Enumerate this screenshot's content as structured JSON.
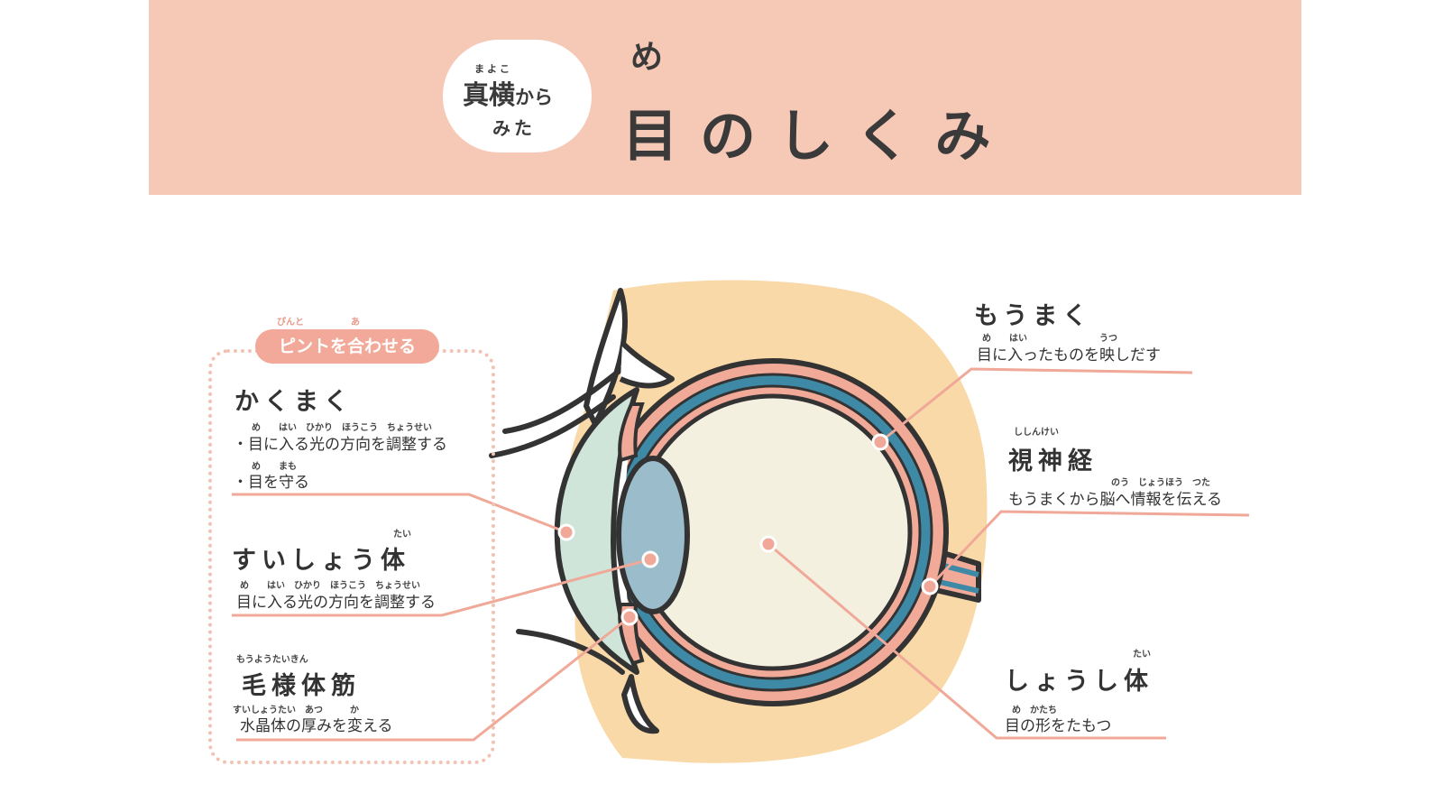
{
  "header": {
    "badge_ruby": "まよこ",
    "badge_kanji": "真横",
    "badge_kana": "から",
    "badge_line2": "みた",
    "title_ruby": "め",
    "title": "目のしくみ"
  },
  "group": {
    "label": "ピントを合わせる",
    "ruby_a": "ぴんと",
    "ruby_b": "あ"
  },
  "labels": {
    "cornea": {
      "name": "かくまく",
      "ruby1": "め　　はい　ひかり　ほうこう　ちょうせい",
      "desc1": "・目に入る光の方向を調整する",
      "ruby2": "め　　まも",
      "desc2": "・目を守る"
    },
    "lens": {
      "name": "すいしょう体",
      "name_ruby": "たい",
      "ruby": "め　　はい　ひかり　ほうこう　ちょうせい",
      "desc": "目に入る光の方向を調整する"
    },
    "ciliary": {
      "name_ruby": "もうようたいきん",
      "name": "毛様体筋",
      "ruby": "すいしょうたい　あつ　　　か",
      "desc": "水晶体の厚みを変える"
    },
    "retina": {
      "name": "もうまく",
      "ruby": "め　　はい　　　　　　　　うつ",
      "desc": "目に入ったものを映しだす"
    },
    "optic_nerve": {
      "name_ruby": "ししんけい",
      "name": "視神経",
      "ruby": "のう　じょうほう　つた",
      "desc": "もうまくから脳へ情報を伝える"
    },
    "vitreous": {
      "name": "しょうし体",
      "name_ruby": "たい",
      "ruby": "め　かたち",
      "desc": "目の形をたもつ"
    }
  },
  "colors": {
    "header_bg": "#f6c8b6",
    "skin": "#f9d9a8",
    "sclera_pink": "#f2aa98",
    "choroid_blue": "#3e8aa6",
    "vitreous": "#f4f0e0",
    "lens": "#9bbccb",
    "cornea": "#cfe5da",
    "leader": "#f0a898",
    "outline": "#333333"
  }
}
